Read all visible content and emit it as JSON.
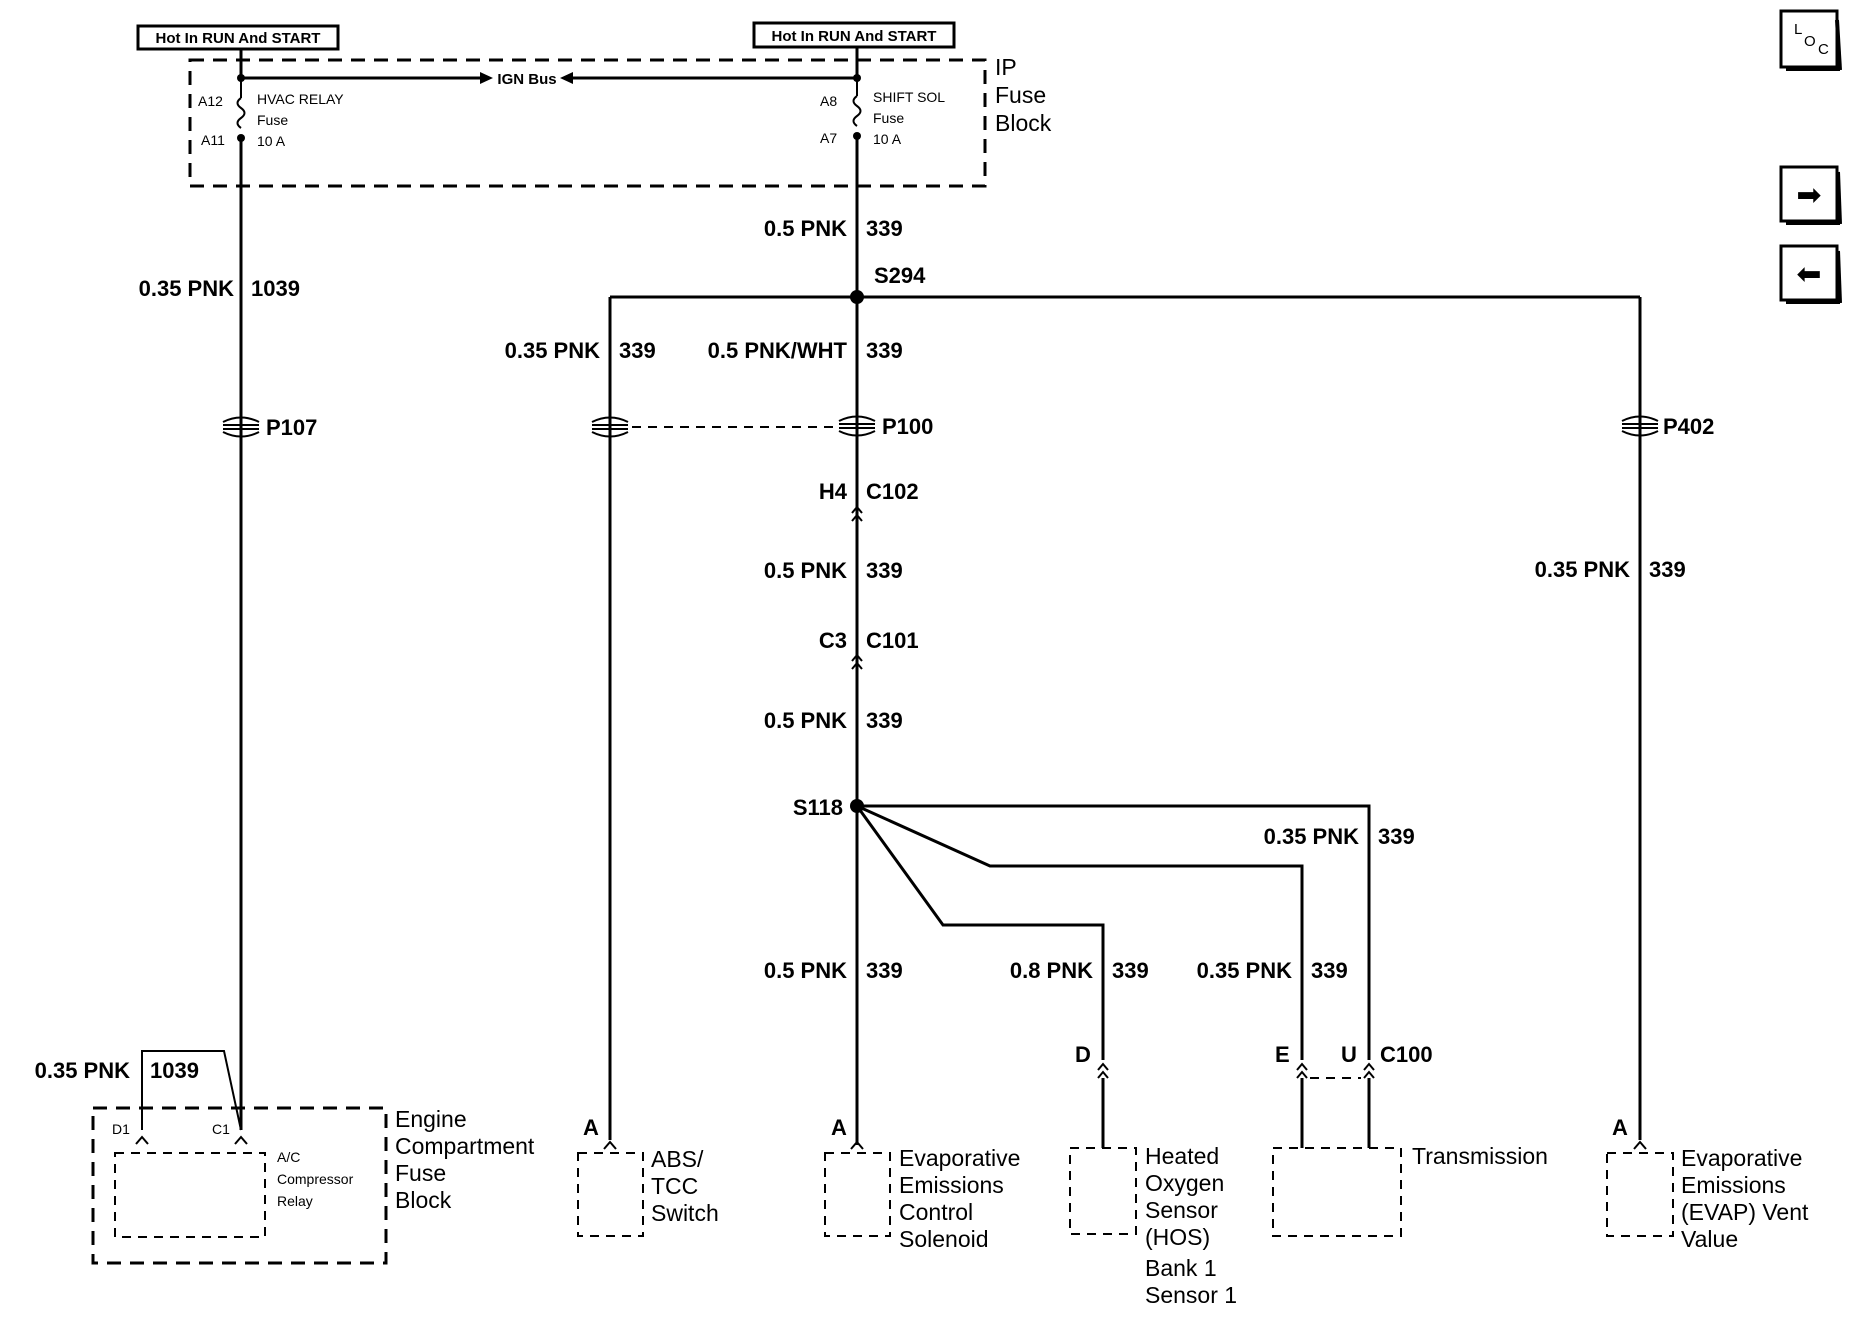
{
  "hot_labels": {
    "left": "Hot In RUN And START",
    "right": "Hot In RUN And START"
  },
  "ip_fuse_block": {
    "name_lines": [
      "IP",
      "Fuse",
      "Block"
    ],
    "bus_label": "IGN Bus",
    "hvac_fuse": {
      "top_pin": "A12",
      "bottom_pin": "A11",
      "lines": [
        "HVAC RELAY",
        "Fuse",
        "10 A"
      ]
    },
    "shift_fuse": {
      "top_pin": "A8",
      "bottom_pin": "A7",
      "lines": [
        "SHIFT SOL",
        "Fuse",
        "10 A"
      ]
    }
  },
  "wires": {
    "w1039_upper": {
      "gauge": "0.35 PNK",
      "circuit": "1039"
    },
    "w339_top": {
      "gauge": "0.5 PNK",
      "circuit": "339"
    },
    "w339_abs": {
      "gauge": "0.35 PNK",
      "circuit": "339"
    },
    "w339_main": {
      "gauge": "0.5 PNK/WHT",
      "circuit": "339"
    },
    "w339_mid1": {
      "gauge": "0.5 PNK",
      "circuit": "339"
    },
    "w339_evap_vent": {
      "gauge": "0.35 PNK",
      "circuit": "339"
    },
    "w339_mid2": {
      "gauge": "0.5 PNK",
      "circuit": "339"
    },
    "w339_trans_u": {
      "gauge": "0.35 PNK",
      "circuit": "339"
    },
    "w339_evap_sol": {
      "gauge": "0.5 PNK",
      "circuit": "339"
    },
    "w339_hos": {
      "gauge": "0.8 PNK",
      "circuit": "339"
    },
    "w339_trans_e": {
      "gauge": "0.35 PNK",
      "circuit": "339"
    },
    "w1039_lower": {
      "gauge": "0.35 PNK",
      "circuit": "1039"
    }
  },
  "splices": {
    "s294": "S294",
    "s118": "S118"
  },
  "pass_throughs": {
    "p107": "P107",
    "p100": "P100",
    "p402": "P402"
  },
  "connectors": {
    "c102": {
      "pin": "H4",
      "name": "C102"
    },
    "c101": {
      "pin": "C3",
      "name": "C101"
    },
    "c100": {
      "pin_d": "D",
      "pin_e": "E",
      "pin_u": "U",
      "name": "C100"
    }
  },
  "components": {
    "engine_fuse_block": {
      "name_lines": [
        "Engine",
        "Compartment",
        "Fuse",
        "Block"
      ],
      "pin_d1": "D1",
      "pin_c1": "C1",
      "relay_lines": [
        "A/C",
        "Compressor",
        "Relay"
      ]
    },
    "abs_tcc": {
      "pin": "A",
      "name_lines": [
        "ABS/",
        "TCC",
        "Switch"
      ]
    },
    "evap_solenoid": {
      "pin": "A",
      "name_lines": [
        "Evaporative",
        "Emissions",
        "Control",
        "Solenoid"
      ]
    },
    "hos": {
      "name_lines": [
        "Heated",
        "Oxygen",
        "Sensor",
        "(HOS)",
        "Bank 1",
        "Sensor 1"
      ]
    },
    "transmission": {
      "name": "Transmission"
    },
    "evap_vent": {
      "pin": "A",
      "name_lines": [
        "Evaporative",
        "Emissions",
        "(EVAP) Vent",
        "Value"
      ]
    }
  },
  "nav": {
    "loc_l": "L",
    "loc_o": "O",
    "loc_c": "C",
    "next_glyph": "➡",
    "prev_glyph": "⬅"
  }
}
